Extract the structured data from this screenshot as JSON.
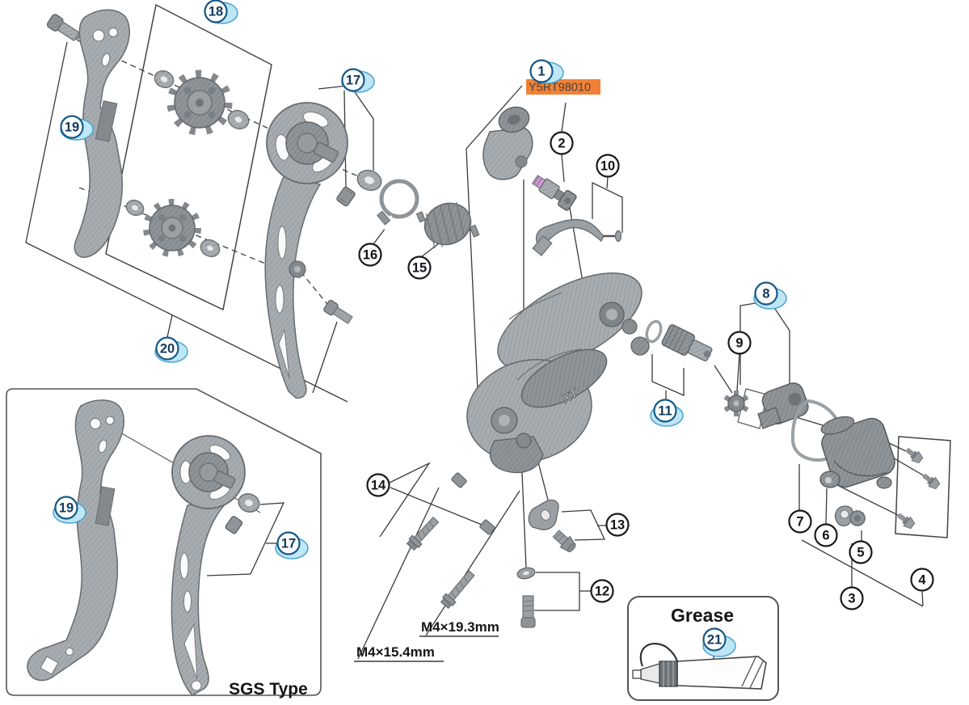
{
  "diagram": {
    "part_number": "Y5RT98010",
    "part_number_highlight_color": "#f08136",
    "callout_highlight_fill": "#bfe6f5",
    "callout_highlight_stroke": "#46a4cf",
    "callouts": {
      "c1": {
        "number": "1",
        "highlighted": true
      },
      "c2": {
        "number": "2",
        "highlighted": false
      },
      "c3": {
        "number": "3",
        "highlighted": false
      },
      "c4": {
        "number": "4",
        "highlighted": false
      },
      "c5": {
        "number": "5",
        "highlighted": false
      },
      "c6": {
        "number": "6",
        "highlighted": false
      },
      "c7": {
        "number": "7",
        "highlighted": false
      },
      "c8": {
        "number": "8",
        "highlighted": true
      },
      "c9": {
        "number": "9",
        "highlighted": false
      },
      "c10": {
        "number": "10",
        "highlighted": false
      },
      "c11": {
        "number": "11",
        "highlighted": true
      },
      "c12": {
        "number": "12",
        "highlighted": false
      },
      "c13": {
        "number": "13",
        "highlighted": false
      },
      "c14": {
        "number": "14",
        "highlighted": false
      },
      "c15": {
        "number": "15",
        "highlighted": false
      },
      "c16": {
        "number": "16",
        "highlighted": false
      },
      "c17": {
        "number": "17",
        "highlighted": true
      },
      "c18": {
        "number": "18",
        "highlighted": true
      },
      "c19": {
        "number": "19",
        "highlighted": true
      },
      "c20": {
        "number": "20",
        "highlighted": true
      },
      "c21": {
        "number": "21",
        "highlighted": true
      }
    },
    "labels": {
      "bolt_long": "M4×19.3mm",
      "bolt_short": "M4×15.4mm",
      "cage_type": "SGS Type",
      "grease_title": "Grease",
      "body_logo": "XT"
    }
  }
}
